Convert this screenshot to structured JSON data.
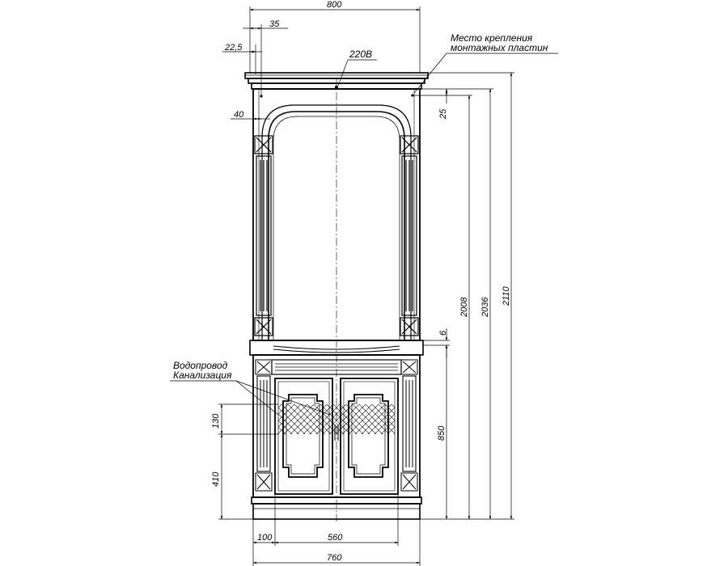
{
  "dimensions": {
    "overall_width": "800",
    "d35": "35",
    "d22_5": "22,5",
    "d40": "40",
    "d25": "25",
    "h2008": "2008",
    "h2036": "2036",
    "h2110": "2110",
    "d6": "6",
    "h850": "850",
    "h130": "130",
    "h410": "410",
    "d100": "100",
    "d560": "560",
    "d760": "760"
  },
  "labels": {
    "power": "220В",
    "mounting_line1": "Место крепления",
    "mounting_line2": "монтажных пластин",
    "water_line1": "Водопровод",
    "water_line2": "Канализация"
  }
}
